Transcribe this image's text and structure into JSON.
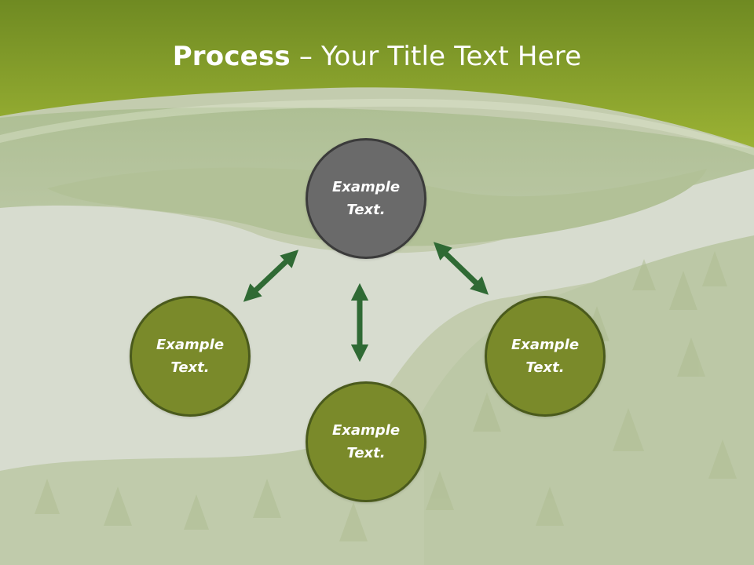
{
  "slide": {
    "title_bold": "Process",
    "title_rest": " – Your Title Text Here"
  },
  "diagram": {
    "center": {
      "label": "Example\nText."
    },
    "nodes": [
      {
        "id": "left",
        "label": "Example\nText."
      },
      {
        "id": "bottom",
        "label": "Example\nText."
      },
      {
        "id": "right",
        "label": "Example\nText."
      }
    ]
  },
  "colors": {
    "header_green": "#8aa32a",
    "center_fill": "#6a6a6a",
    "leaf_fill": "#7a8a2a",
    "arrow_green": "#2f6a34"
  }
}
